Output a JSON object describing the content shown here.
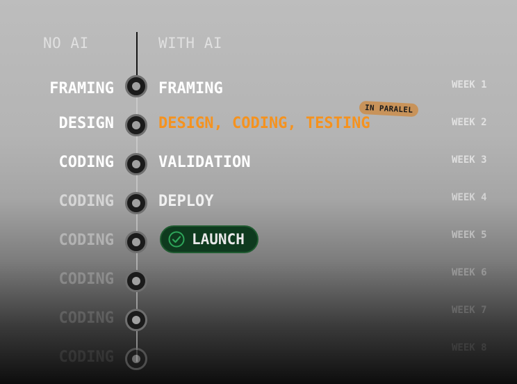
{
  "headers": {
    "left": "NO AI",
    "right": "WITH AI"
  },
  "no_ai_steps": [
    "FRAMING",
    "DESIGN",
    "CODING",
    "CODING",
    "CODING",
    "CODING",
    "CODING",
    "CODING"
  ],
  "with_ai_steps": [
    "FRAMING",
    "DESIGN, CODING, TESTING",
    "VALIDATION",
    "DEPLOY"
  ],
  "badge": "IN PARALEL",
  "launch": {
    "label": "LAUNCH",
    "icon": "check-circle-icon"
  },
  "weeks": [
    "WEEK 1",
    "WEEK 2",
    "WEEK 3",
    "WEEK 4",
    "WEEK 5",
    "WEEK 6",
    "WEEK 7",
    "WEEK 8"
  ],
  "colors": {
    "accent_orange": "#f5921e",
    "launch_bg": "#0e3a1e",
    "check_green": "#2ea55a"
  }
}
